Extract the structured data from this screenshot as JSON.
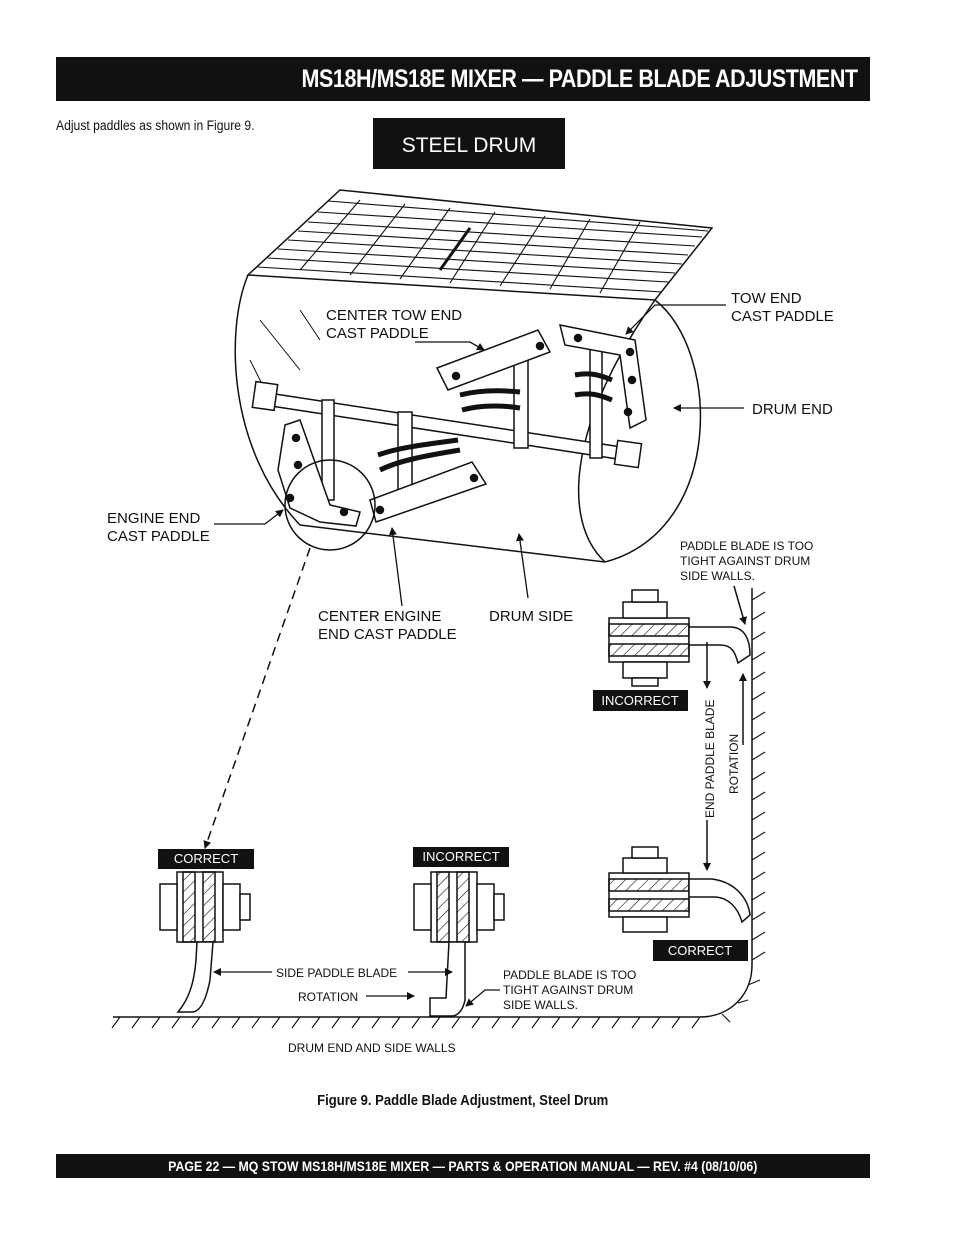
{
  "header": {
    "title": "MS18H/MS18E  MIXER — PADDLE BLADE ADJUSTMENT"
  },
  "intro_text": "Adjust paddles as shown in Figure 9.",
  "figure": {
    "drum_label": "STEEL DRUM",
    "labels": {
      "center_tow_end_1": "CENTER TOW END",
      "center_tow_end_2": "CAST PADDLE",
      "tow_end_1": "TOW END",
      "tow_end_2": "CAST PADDLE",
      "drum_end": "DRUM END",
      "engine_end_1": "ENGINE END",
      "engine_end_2": "CAST PADDLE",
      "center_engine_1": "CENTER ENGINE",
      "center_engine_2": "END CAST PADDLE",
      "drum_side": "DRUM SIDE",
      "too_tight_top_1": "PADDLE BLADE IS TOO",
      "too_tight_top_2": "TIGHT AGAINST DRUM",
      "too_tight_top_3": "SIDE WALLS.",
      "end_paddle_blade": "END PADDLE BLADE",
      "rotation_vertical": "ROTATION",
      "side_paddle_blade": "SIDE PADDLE BLADE",
      "rotation_bottom": "ROTATION",
      "too_tight_bottom_1": "PADDLE BLADE IS TOO",
      "too_tight_bottom_2": "TIGHT AGAINST DRUM",
      "too_tight_bottom_3": "SIDE WALLS.",
      "drum_walls": "DRUM END AND SIDE WALLS"
    },
    "badges": {
      "incorrect_right": "INCORRECT",
      "correct_right": "CORRECT",
      "correct_left": "CORRECT",
      "incorrect_middle": "INCORRECT"
    }
  },
  "caption": "Figure 9. Paddle Blade Adjustment, Steel Drum",
  "footer": "PAGE 22 — MQ STOW MS18H/MS18E  MIXER — PARTS & OPERATION MANUAL — REV. #4 (08/10/06)"
}
